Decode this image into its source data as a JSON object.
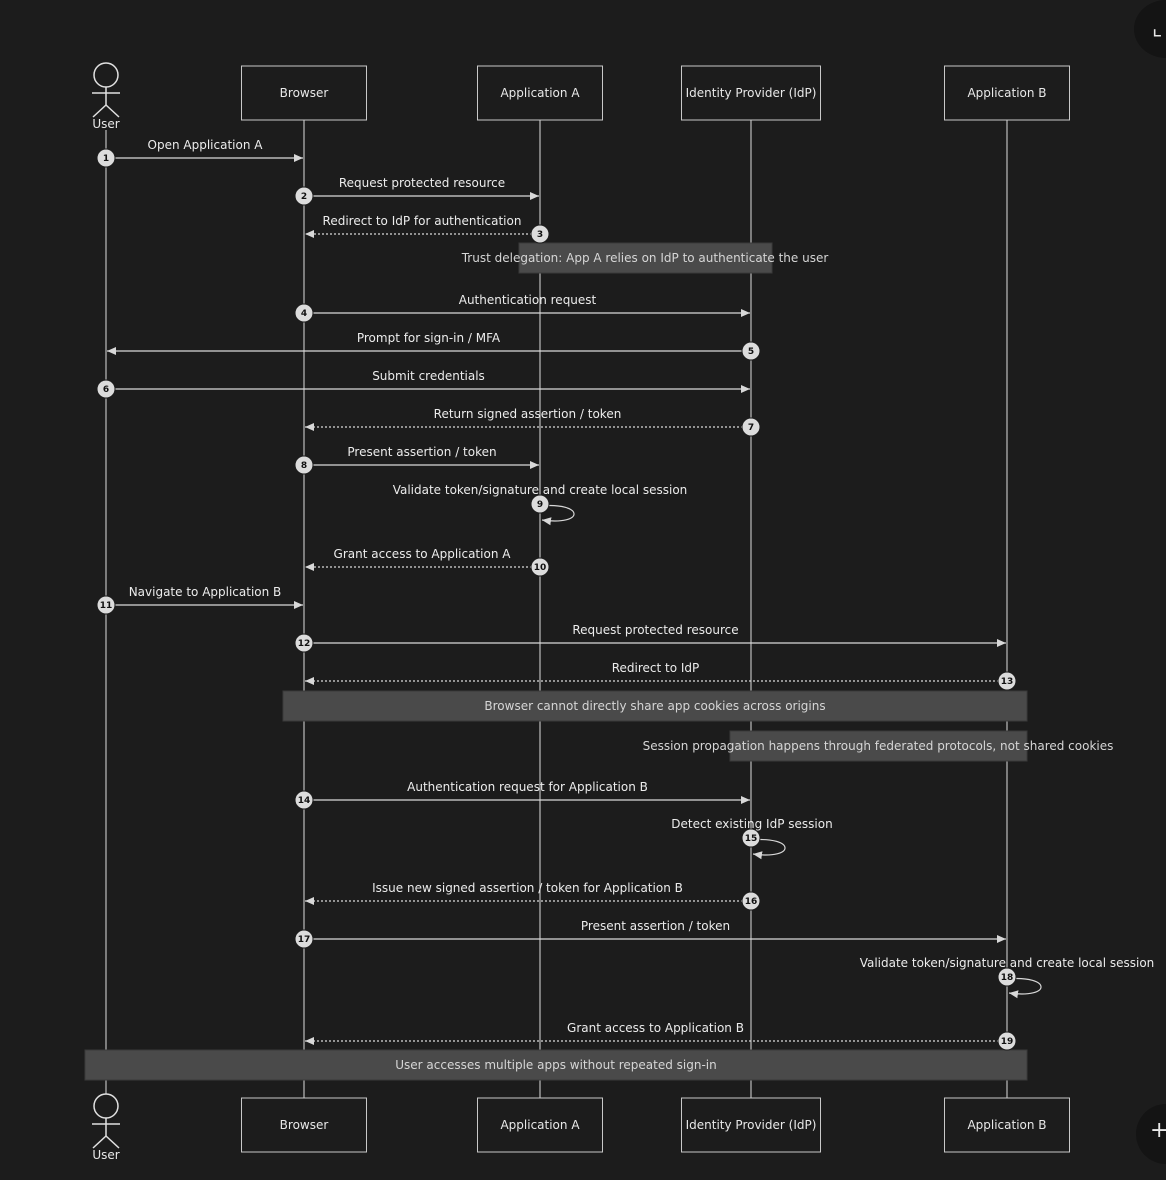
{
  "participants": [
    {
      "id": "user",
      "label": "User",
      "kind": "stick"
    },
    {
      "id": "browser",
      "label": "Browser",
      "kind": "box"
    },
    {
      "id": "appA",
      "label": "Application A",
      "kind": "box"
    },
    {
      "id": "idp",
      "label": "Identity Provider (IdP)",
      "kind": "box"
    },
    {
      "id": "appB",
      "label": "Application B",
      "kind": "box"
    }
  ],
  "messages": [
    {
      "n": "1",
      "from": "user",
      "to": "browser",
      "text": "Open Application A",
      "style": "solid"
    },
    {
      "n": "2",
      "from": "browser",
      "to": "appA",
      "text": "Request protected resource",
      "style": "solid"
    },
    {
      "n": "3",
      "from": "appA",
      "to": "browser",
      "text": "Redirect to IdP for authentication",
      "style": "dotted"
    },
    {
      "note": true,
      "text": "Trust delegation: App A relies on IdP to authenticate the user",
      "over": [
        "appA",
        "idp"
      ]
    },
    {
      "n": "4",
      "from": "browser",
      "to": "idp",
      "text": "Authentication request",
      "style": "solid"
    },
    {
      "n": "5",
      "from": "idp",
      "to": "user",
      "text": "Prompt for sign-in / MFA",
      "style": "solid"
    },
    {
      "n": "6",
      "from": "user",
      "to": "idp",
      "text": "Submit credentials",
      "style": "solid"
    },
    {
      "n": "7",
      "from": "idp",
      "to": "browser",
      "text": "Return signed assertion / token",
      "style": "dotted"
    },
    {
      "n": "8",
      "from": "browser",
      "to": "appA",
      "text": "Present assertion / token",
      "style": "solid"
    },
    {
      "n": "9",
      "from": "appA",
      "to": "appA",
      "text": "Validate token/signature and create local session",
      "style": "self"
    },
    {
      "n": "10",
      "from": "appA",
      "to": "browser",
      "text": "Grant access to Application A",
      "style": "dotted"
    },
    {
      "n": "11",
      "from": "user",
      "to": "browser",
      "text": "Navigate to Application B",
      "style": "solid"
    },
    {
      "n": "12",
      "from": "browser",
      "to": "appB",
      "text": "Request protected resource",
      "style": "solid"
    },
    {
      "n": "13",
      "from": "appB",
      "to": "browser",
      "text": "Redirect to IdP",
      "style": "dotted"
    },
    {
      "note": true,
      "text": "Browser cannot directly share app cookies across origins",
      "over": [
        "browser",
        "appB"
      ]
    },
    {
      "note": true,
      "text": "Session propagation happens through federated protocols, not shared cookies",
      "over": [
        "idp",
        "appB"
      ]
    },
    {
      "n": "14",
      "from": "browser",
      "to": "idp",
      "text": "Authentication request for Application B",
      "style": "solid"
    },
    {
      "n": "15",
      "from": "idp",
      "to": "idp",
      "text": "Detect existing IdP session",
      "style": "self"
    },
    {
      "n": "16",
      "from": "idp",
      "to": "browser",
      "text": "Issue new signed assertion / token for Application B",
      "style": "dotted"
    },
    {
      "n": "17",
      "from": "browser",
      "to": "appB",
      "text": "Present assertion / token",
      "style": "solid"
    },
    {
      "n": "18",
      "from": "appB",
      "to": "appB",
      "text": "Validate token/signature and create local session",
      "style": "self"
    },
    {
      "n": "19",
      "from": "appB",
      "to": "browser",
      "text": "Grant access to Application B",
      "style": "dotted"
    },
    {
      "note": true,
      "text": "User accesses multiple apps without repeated sign-in",
      "over": [
        "user",
        "appB"
      ]
    }
  ],
  "colors": {
    "background": "#1c1c1c",
    "line": "#d8d8d8",
    "note": "#4a4a4a",
    "badge": "#dcdcdc"
  },
  "icons": {
    "top_right": "collapse-icon",
    "bottom_right": "plus-icon"
  }
}
